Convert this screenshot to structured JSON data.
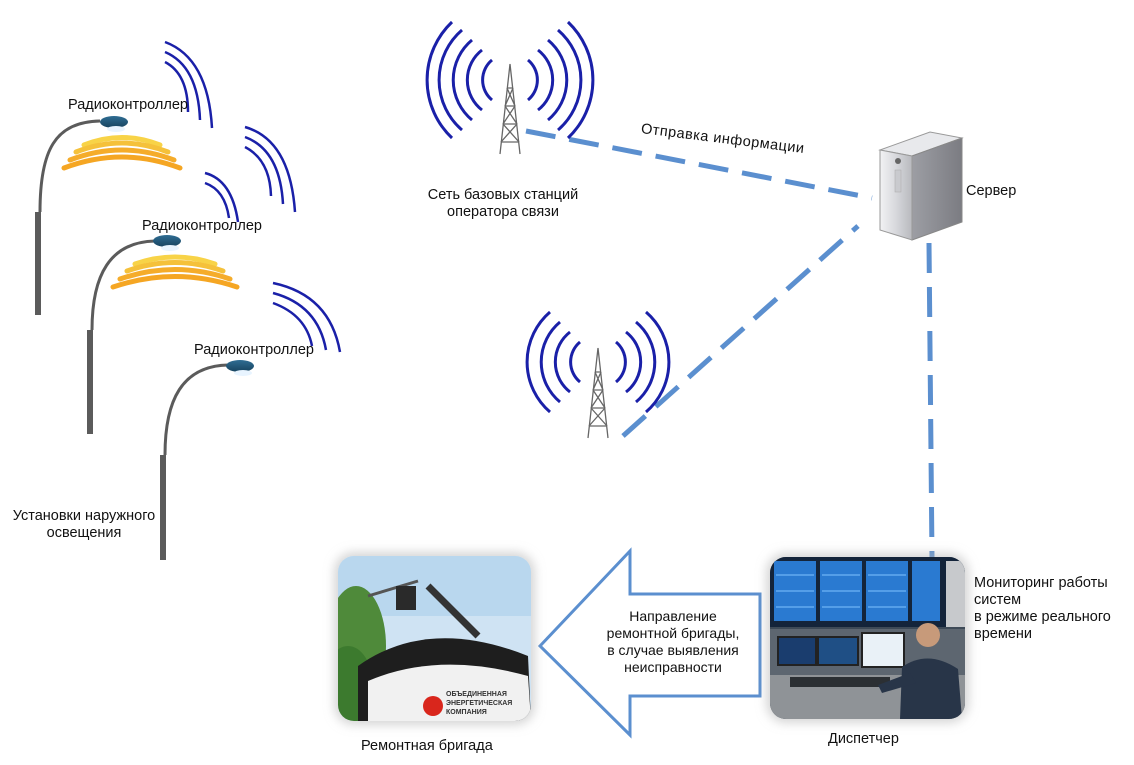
{
  "lamps": {
    "controller_labels": [
      "Радиоконтроллер",
      "Радиоконтроллер",
      "Радиоконтроллер"
    ],
    "caption_line1": "Установки наружного",
    "caption_line2": "освещения"
  },
  "towers": {
    "caption_line1": "Сеть базовых станций",
    "caption_line2": "оператора связи"
  },
  "links": {
    "send_info_label": "Отправка информации"
  },
  "server": {
    "label": "Сервер"
  },
  "arrow": {
    "line1": "Направление",
    "line2": "ремонтной бригады,",
    "line3": "в случае выявления",
    "line4": "неисправности"
  },
  "repair": {
    "caption": "Ремонтная бригада"
  },
  "dispatcher": {
    "caption": "Диспетчер",
    "monitoring_line1": "Мониторинг работы",
    "monitoring_line2": "систем",
    "monitoring_line3": "в режиме реального",
    "monitoring_line4": "времени"
  },
  "truck_logo_text": [
    "ОБЪЕДИНЕННАЯ",
    "ЭНЕРГЕТИЧЕСКАЯ",
    "КОМПАНИЯ"
  ],
  "colors": {
    "link_dash": "#5b8fcf",
    "radio_wave": "#1a20a8",
    "lamp_wave_outer": "#f5a623",
    "lamp_wave_inner": "#f8d347",
    "pole": "#5b5b5b",
    "arrow_outline": "#5b8fcf"
  }
}
